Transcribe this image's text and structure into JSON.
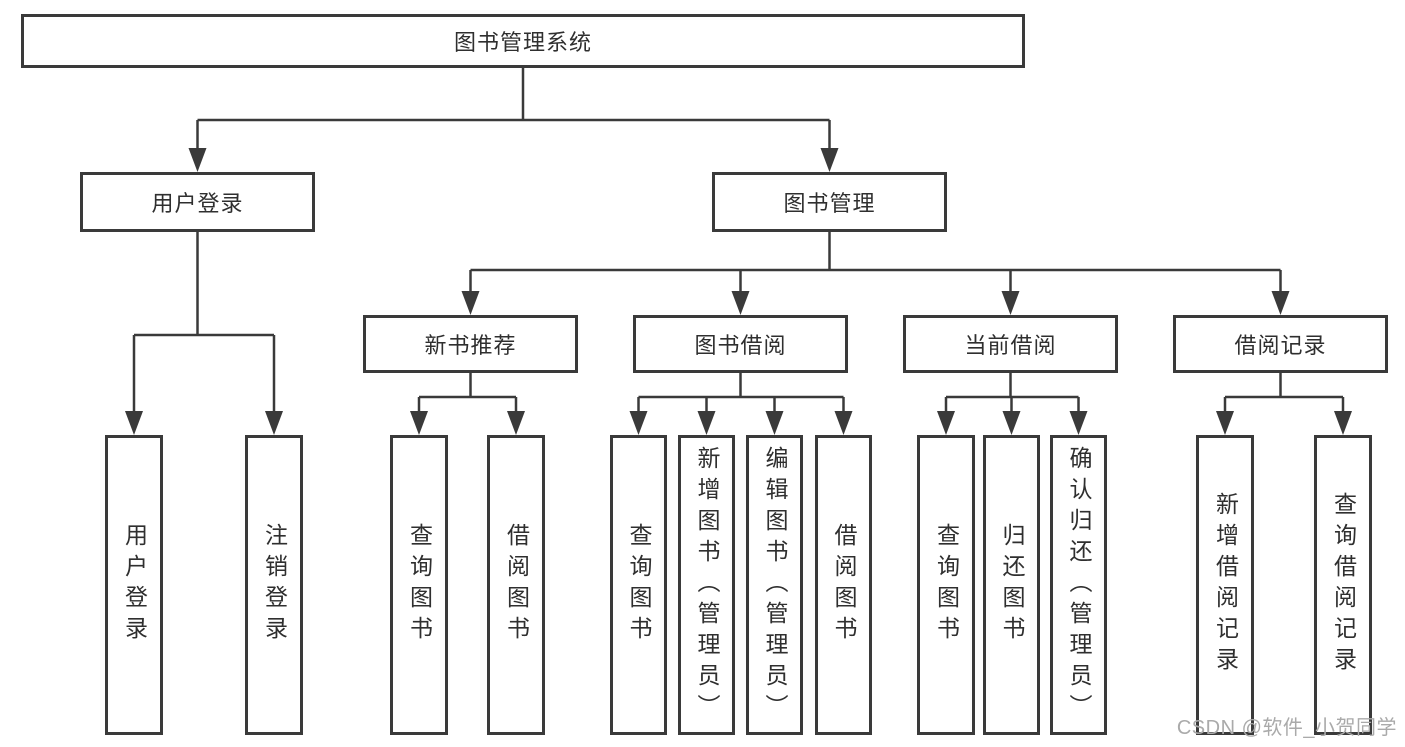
{
  "diagram_type": "hierarchy",
  "colors": {
    "line": "#3a3a3a",
    "text": "#2f2f2f",
    "watermark": "#aaaaaa",
    "background": "#ffffff"
  },
  "tree": {
    "root": {
      "label": "图书管理系统",
      "children": [
        {
          "label": "用户登录",
          "children": [
            {
              "label": "用户登录"
            },
            {
              "label": "注销登录"
            }
          ]
        },
        {
          "label": "图书管理",
          "children": [
            {
              "label": "新书推荐",
              "children": [
                {
                  "label": "查询图书"
                },
                {
                  "label": "借阅图书"
                }
              ]
            },
            {
              "label": "图书借阅",
              "children": [
                {
                  "label": "查询图书"
                },
                {
                  "label": "新增图书（管理员）"
                },
                {
                  "label": "编辑图书（管理员）"
                },
                {
                  "label": "借阅图书"
                }
              ]
            },
            {
              "label": "当前借阅",
              "children": [
                {
                  "label": "查询图书"
                },
                {
                  "label": "归还图书"
                },
                {
                  "label": "确认归还（管理员）"
                }
              ]
            },
            {
              "label": "借阅记录",
              "children": [
                {
                  "label": "新增借阅记录"
                },
                {
                  "label": "查询借阅记录"
                }
              ]
            }
          ]
        }
      ]
    }
  },
  "watermark": {
    "text": "CSDN @软件_小贺同学"
  }
}
